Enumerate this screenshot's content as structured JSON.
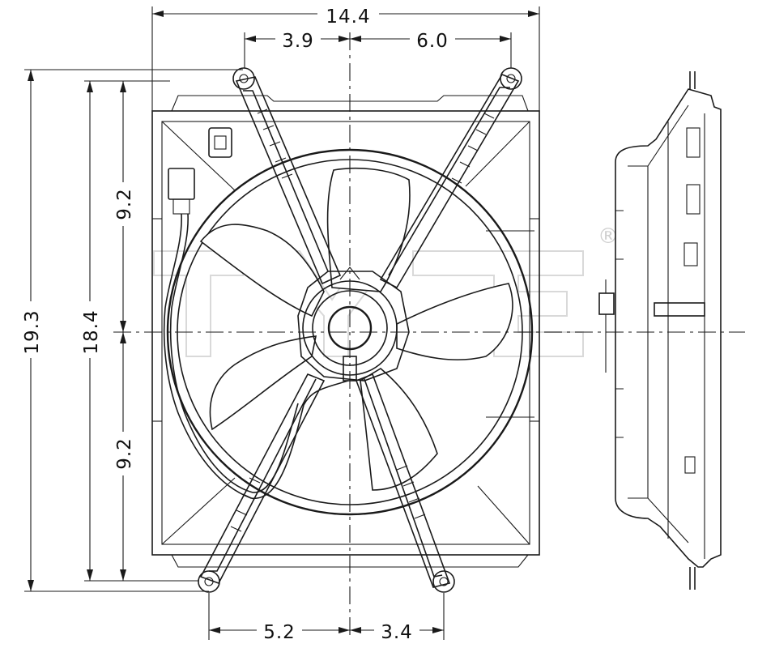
{
  "dimensions": {
    "overall_width": "14.4",
    "top_left_offset": "3.9",
    "top_right_offset": "6.0",
    "overall_height": "19.3",
    "frame_height": "18.4",
    "upper_half_height": "9.2",
    "lower_half_height": "9.2",
    "bottom_left_offset": "5.2",
    "bottom_right_offset": "3.4"
  },
  "watermark": {
    "trademark_symbol": "®"
  }
}
